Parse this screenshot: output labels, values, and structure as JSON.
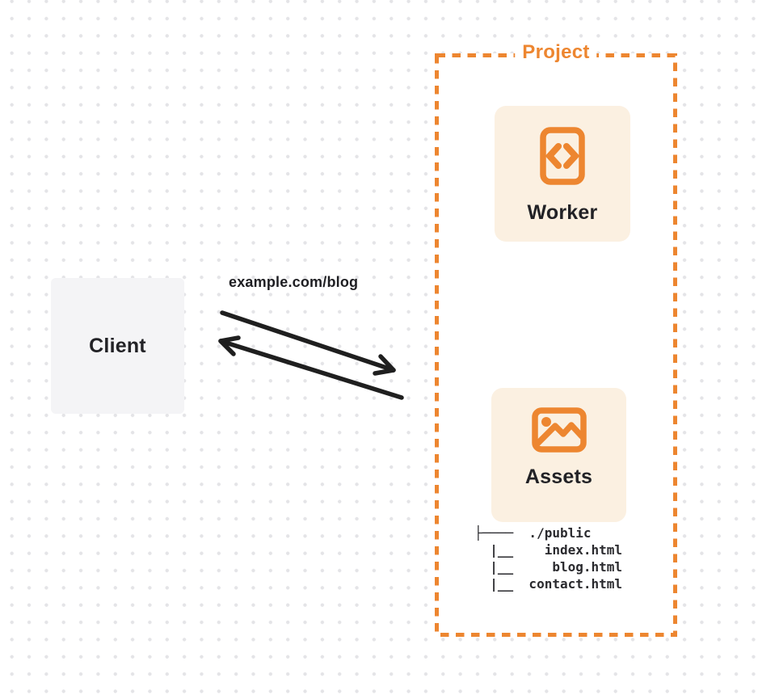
{
  "colors": {
    "accent_orange": "#ED8630",
    "card_cream": "#FBF0E1",
    "client_gray": "#F4F4F6",
    "text_dark": "#222226",
    "dot_grid": "#E4E4E7"
  },
  "client": {
    "label": "Client"
  },
  "request": {
    "label": "example.com/blog"
  },
  "project": {
    "label": "Project",
    "worker": {
      "label": "Worker",
      "icon": "code-document-icon"
    },
    "assets": {
      "label": "Assets",
      "icon": "image-icon",
      "file_tree": [
        "├────  ./public",
        "  |__    index.html",
        "  |__     blog.html",
        "  |__  contact.html"
      ]
    }
  }
}
